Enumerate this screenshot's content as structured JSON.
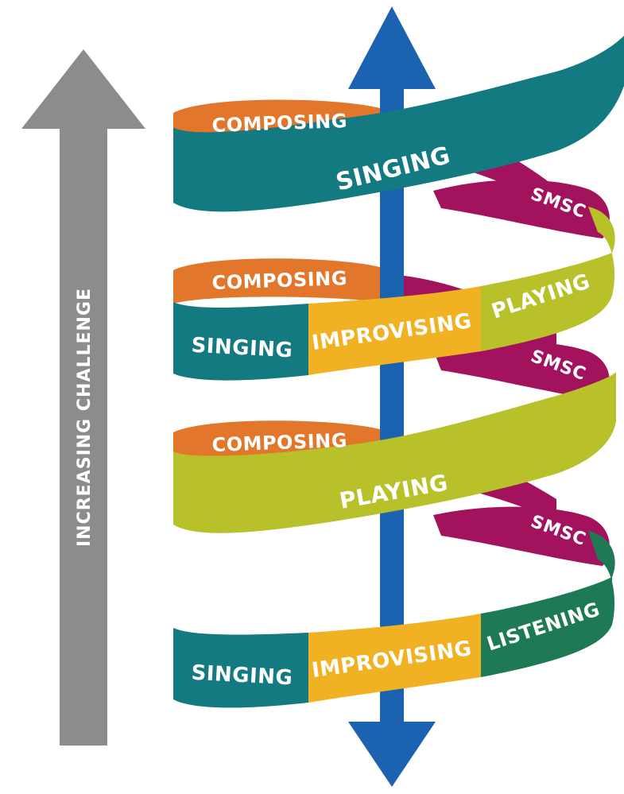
{
  "side_axis": {
    "label": "INCREASING CHALLENGE"
  },
  "colors": {
    "composing": "#e2762b",
    "singing": "#147a82",
    "smsc": "#a3125c",
    "improvising": "#f0b223",
    "playing": "#b8c12a",
    "listening": "#1d7a55",
    "center_arrow": "#1b63b0",
    "side_arrow": "#8c8c8c"
  },
  "spiral": {
    "level1": {
      "back": "COMPOSING",
      "front": "SINGING",
      "loop": "SMSC"
    },
    "level2": {
      "back": "COMPOSING",
      "front_left": "SINGING",
      "front_middle": "IMPROVISING",
      "front_right": "PLAYING",
      "loop": "SMSC"
    },
    "level3": {
      "back": "COMPOSING",
      "front": "PLAYING",
      "loop": "SMSC"
    },
    "level4": {
      "front_left": "SINGING",
      "front_middle": "IMPROVISING",
      "front_right": "LISTENING"
    }
  }
}
